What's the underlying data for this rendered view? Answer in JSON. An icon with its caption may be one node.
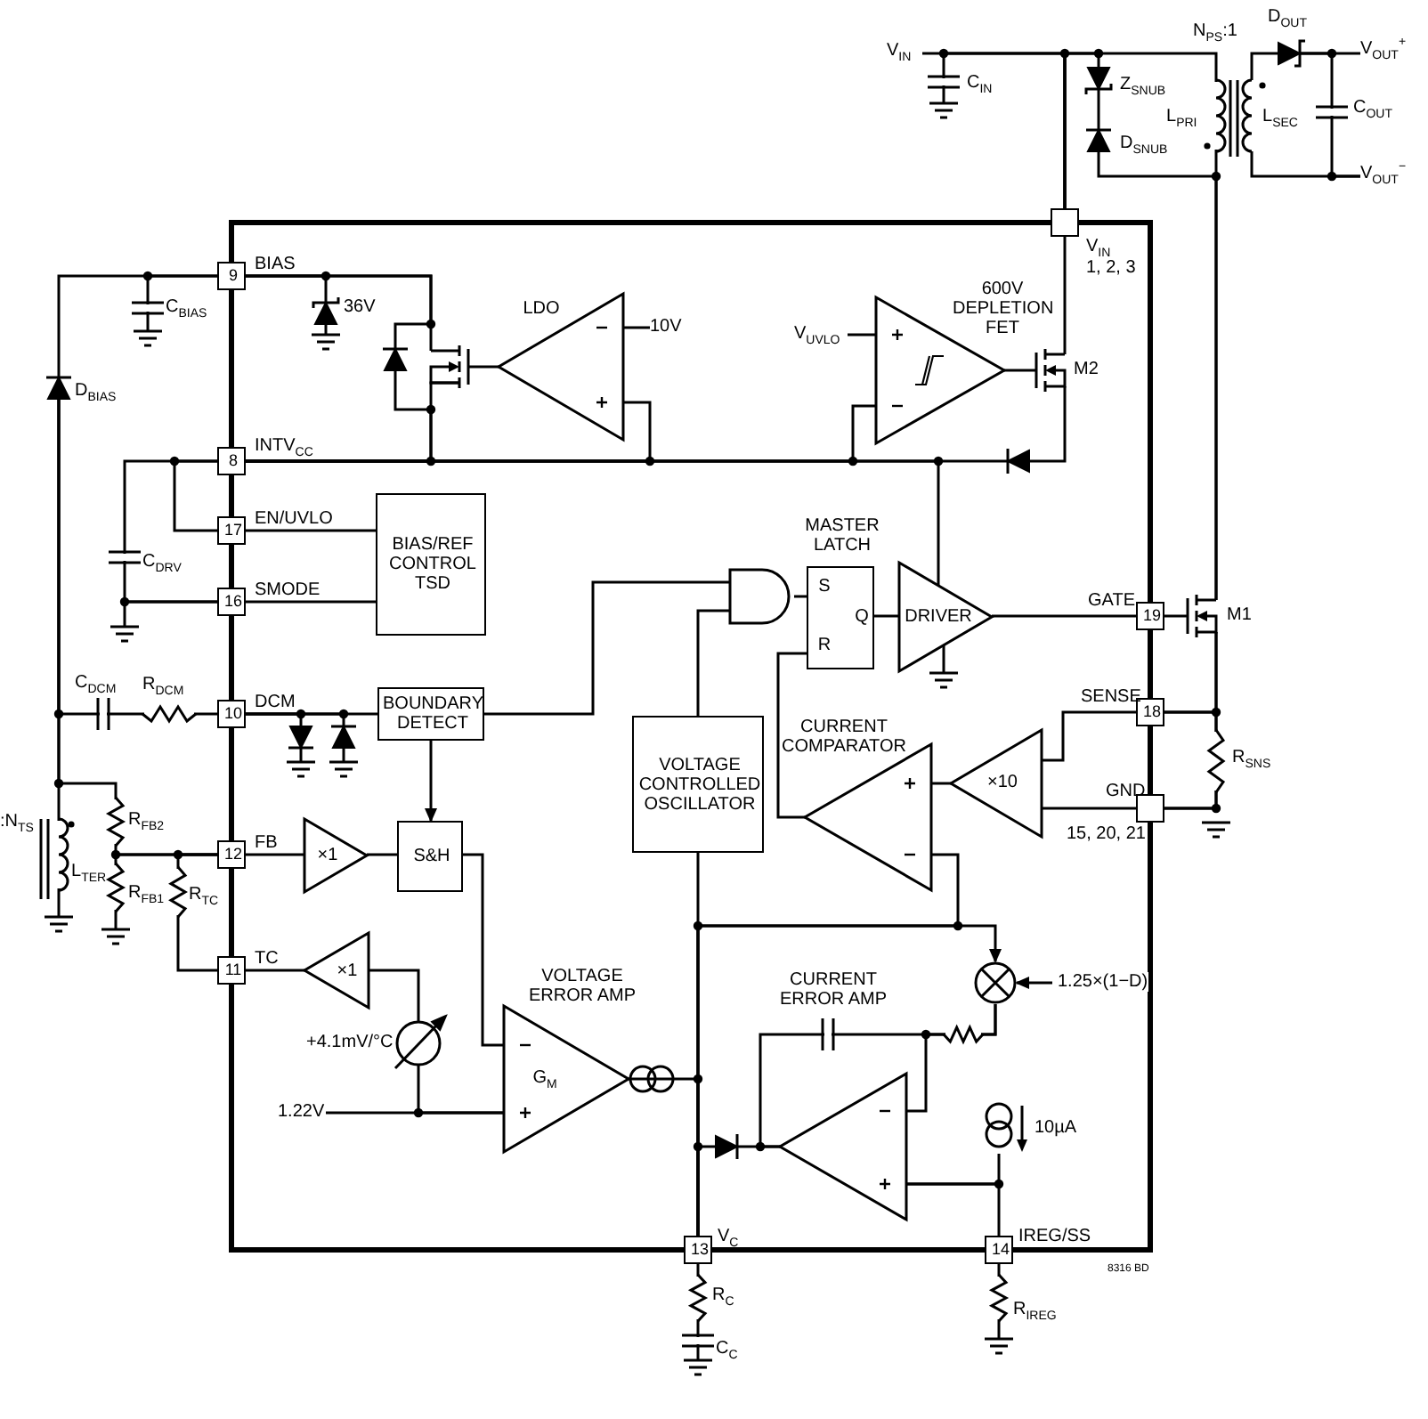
{
  "diagram": {
    "nodes": [
      {
        "text": [],
        "shape": "box",
        "beside": [
          "V$_{IN}$",
          "1, 2, 3"
        ]
      },
      {
        "text": [
          "9"
        ],
        "beside": [
          "BIAS"
        ]
      },
      {
        "text": [
          "LDO"
        ]
      },
      {
        "text": [],
        "shape": "triangle"
      },
      {
        "text": [
          "8"
        ],
        "beside": [
          "INTV$_{CC}$"
        ]
      },
      {
        "text": [
          "17"
        ],
        "beside": [
          "EN/UVLO"
        ]
      },
      {
        "text": [
          "BIAS/REF CONTROL TSD"
        ]
      },
      {
        "text": [
          "16"
        ],
        "beside": [
          "SMODE"
        ]
      },
      {
        "text": [],
        "shape": "gate"
      },
      {
        "text": [
          "MASTER LATCH",
          "S",
          "Q",
          "R"
        ]
      },
      {
        "text": [
          "DRIVER"
        ]
      },
      {
        "text": [
          "19"
        ],
        "beside": [
          "GATE"
        ]
      },
      {
        "text": [
          "10"
        ],
        "beside": [
          "DCM"
        ]
      },
      {
        "text": [
          "BOUNDARY DETECT"
        ]
      },
      {
        "text": [
          "VOLTAGE CONTROLLED OSCILLATOR"
        ]
      },
      {
        "text": [
          "CURRENT COMPARATOR"
        ]
      },
      {
        "text": [
          "×10"
        ]
      },
      {
        "text": [
          "18"
        ],
        "beside": [
          "SENSE"
        ]
      },
      {
        "text": [],
        "shape": "box",
        "beside": [
          "GND",
          "15, 20, 21"
        ]
      },
      {
        "text": [
          "12"
        ],
        "beside": [
          "FB"
        ]
      },
      {
        "text": [
          "×1"
        ]
      },
      {
        "text": [
          "S&H"
        ]
      },
      {
        "text": [
          "11"
        ],
        "beside": [
          "TC"
        ]
      },
      {
        "text": [
          "×1"
        ]
      },
      {
        "text": [
          "VOLTAGE ERROR AMP",
          "G$_{M}$"
        ]
      },
      {
        "text": [],
        "shape": "circle"
      },
      {
        "text": [
          "CURRENT ERROR AMP"
        ]
      },
      {
        "text": [
          "13"
        ],
        "beside": [
          "V$_{C}$"
        ]
      },
      {
        "text": [
          "14"
        ],
        "beside": [
          "IREG/SS"
        ]
      },
      {
        "text": [],
        "shape": "diode",
        "beside": [
          "D$_{BIAS}$"
        ]
      },
      {
        "text": [],
        "shape": "diode"
      },
      {
        "text": [],
        "shape": "diode"
      },
      {
        "text": [],
        "shape": "diode",
        "beside": [
          "Z$_{SNUB}$"
        ]
      },
      {
        "text": [],
        "shape": "diode",
        "beside": [
          "D$_{SNUB}$"
        ]
      },
      {
        "text": [],
        "shape": "diode",
        "beside": [
          "D$_{OUT}$"
        ]
      },
      {
        "text": [],
        "shape": "diode",
        "beside": [
          "36V"
        ]
      },
      {
        "text": [],
        "shape": "diode"
      },
      {
        "text": [],
        "shape": "diode"
      },
      {
        "text": [],
        "shape": "diode"
      },
      {
        "text": [
          "V$_{IN}$"
        ]
      },
      {
        "text": [
          "10V"
        ]
      },
      {
        "text": [
          "V$_{UVLO}$"
        ]
      },
      {
        "text": [
          "1.22V"
        ]
      },
      {
        "text": [
          "V$_{OUT}$$^{+}$"
        ]
      },
      {
        "text": [
          "V$_{OUT}$$^{−}$"
        ]
      },
      {
        "text": [],
        "shape": "transistor",
        "beside": [
          "M1"
        ]
      },
      {
        "text": [],
        "shape": "transistor",
        "beside": [
          "M2"
        ]
      },
      {
        "text": [],
        "shape": "transistor"
      },
      {
        "text": [],
        "shape": "source",
        "beside": [
          "10µA"
        ]
      }
    ],
    "edges": [
      {
        "from": 4,
        "to": 2,
        "arrow": "none"
      },
      {
        "from": 4,
        "to": 3,
        "arrow": "none"
      },
      {
        "from": 4,
        "to": 10,
        "arrow": "none"
      },
      {
        "from": 5,
        "to": 6,
        "arrow": "none"
      },
      {
        "from": 7,
        "to": 6,
        "arrow": "none"
      },
      {
        "from": 8,
        "to": 9,
        "arrow": "none"
      },
      {
        "from": 9,
        "to": 10,
        "arrow": "none"
      },
      {
        "from": 10,
        "to": 11,
        "arrow": "none"
      },
      {
        "from": 12,
        "to": 13,
        "arrow": "none"
      },
      {
        "from": 13,
        "to": 8,
        "arrow": "none"
      },
      {
        "from": 13,
        "to": 21,
        "arrow": "to"
      },
      {
        "from": 14,
        "to": 8,
        "arrow": "none"
      },
      {
        "from": 15,
        "to": 9,
        "arrow": "none"
      },
      {
        "from": 16,
        "to": 15,
        "arrow": "none"
      },
      {
        "from": 17,
        "to": 16,
        "arrow": "none"
      },
      {
        "from": 18,
        "to": 16,
        "arrow": "none"
      },
      {
        "from": 19,
        "to": 20,
        "arrow": "none"
      },
      {
        "from": 20,
        "to": 21,
        "arrow": "none"
      },
      {
        "from": 21,
        "to": 24,
        "arrow": "none"
      },
      {
        "from": 22,
        "to": 23,
        "arrow": "none"
      },
      {
        "from": 14,
        "to": 27,
        "arrow": "none"
      },
      {
        "from": 24,
        "to": 27,
        "arrow": "none"
      },
      {
        "from": 27,
        "to": 15,
        "arrow": "none"
      },
      {
        "from": 27,
        "to": 25,
        "arrow": "to"
      },
      {
        "from": null,
        "to": 25,
        "arrow": "to",
        "label": "1.25×(1−D)"
      },
      {
        "from": 26,
        "to": 28,
        "arrow": "none"
      },
      {
        "from": 1,
        "to": 29,
        "arrow": "none"
      },
      {
        "from": 29,
        "to": 12,
        "arrow": "none"
      },
      {
        "from": 29,
        "to": 19,
        "arrow": "none"
      },
      {
        "from": 19,
        "to": 22,
        "arrow": "none"
      },
      {
        "from": 1,
        "to": 47,
        "arrow": "none"
      },
      {
        "from": 4,
        "to": 5,
        "arrow": "none"
      },
      {
        "from": 4,
        "to": 7,
        "arrow": "none"
      },
      {
        "from": 23,
        "to": 24,
        "arrow": "none"
      },
      {
        "from": 0,
        "to": 46,
        "arrow": "none"
      },
      {
        "from": 0,
        "to": 45,
        "arrow": "none"
      },
      {
        "from": 25,
        "to": 26,
        "arrow": "none"
      },
      {
        "from": 31,
        "to": 4,
        "arrow": "none"
      },
      {
        "from": 46,
        "to": 31,
        "arrow": "none"
      },
      {
        "from": 30,
        "to": 27,
        "arrow": "none"
      },
      {
        "from": 26,
        "to": 30,
        "arrow": "none"
      },
      {
        "from": 26,
        "to": 25,
        "arrow": "none"
      },
      {
        "from": 17,
        "to": 18,
        "arrow": "none"
      },
      {
        "from": 0,
        "to": 32,
        "arrow": "none"
      },
      {
        "from": 32,
        "to": 33,
        "arrow": "none"
      },
      {
        "from": 33,
        "to": 45,
        "arrow": "none"
      },
      {
        "from": null,
        "to": 34,
        "arrow": "none"
      },
      {
        "from": 34,
        "to": 43,
        "arrow": "none"
      },
      {
        "from": 1,
        "to": 35,
        "arrow": "none"
      },
      {
        "from": 35,
        "to": null,
        "arrow": "none"
      },
      {
        "from": 1,
        "to": 36,
        "arrow": "none"
      },
      {
        "from": 36,
        "to": 4,
        "arrow": "none"
      },
      {
        "from": 12,
        "to": 37,
        "arrow": "none"
      },
      {
        "from": 37,
        "to": null,
        "arrow": "none"
      },
      {
        "from": 12,
        "to": 38,
        "arrow": "none"
      },
      {
        "from": 38,
        "to": null,
        "arrow": "none"
      },
      {
        "from": 0,
        "to": null,
        "arrow": "none"
      },
      {
        "from": 39,
        "to": 0,
        "arrow": "none"
      },
      {
        "from": 1,
        "to": null,
        "arrow": "none"
      },
      {
        "from": 7,
        "to": null,
        "arrow": "none"
      },
      {
        "from": 19,
        "to": null,
        "arrow": "none"
      },
      {
        "from": 29,
        "to": null,
        "arrow": "none"
      },
      {
        "from": 10,
        "to": null,
        "arrow": "none"
      },
      {
        "from": 27,
        "to": null,
        "arrow": "none"
      },
      {
        "from": 28,
        "to": null,
        "arrow": "none"
      },
      {
        "from": 26,
        "to": 48,
        "arrow": "none"
      },
      {
        "from": 11,
        "to": 45,
        "arrow": "none"
      },
      {
        "from": 42,
        "to": 24,
        "arrow": "none"
      },
      {
        "from": 40,
        "to": 2,
        "arrow": "none"
      },
      {
        "from": 41,
        "to": 3,
        "arrow": "none"
      },
      {
        "from": 45,
        "to": 18,
        "arrow": "none"
      },
      {
        "from": 45,
        "to": 17,
        "arrow": "none"
      },
      {
        "from": 3,
        "to": 46,
        "arrow": "none"
      },
      {
        "from": 2,
        "to": 47,
        "arrow": "none"
      },
      {
        "from": 47,
        "to": 4,
        "arrow": "none"
      },
      {
        "from": 34,
        "to": 44,
        "arrow": "none"
      },
      {
        "from": null,
        "to": 44,
        "arrow": "none"
      }
    ],
    "labels": [
      "C$_{IN}$",
      "N$_{PS}$:1",
      "L$_{PRI}$",
      "L$_{SEC}$",
      "C$_{OUT}$",
      "C$_{BIAS}$",
      "C$_{DRV}$",
      "C$_{DCM}$",
      "R$_{DCM}$",
      "R$_{SNS}$",
      ":N$_{TS}$",
      "L$_{TER}$",
      "R$_{FB2}$",
      "R$_{FB1}$",
      "R$_{TC}$",
      "+4.1mV/°C",
      "R$_{C}$",
      "C$_{C}$",
      "R$_{IREG}$",
      "600V DEPLETION FET",
      "8316 BD"
    ]
  }
}
